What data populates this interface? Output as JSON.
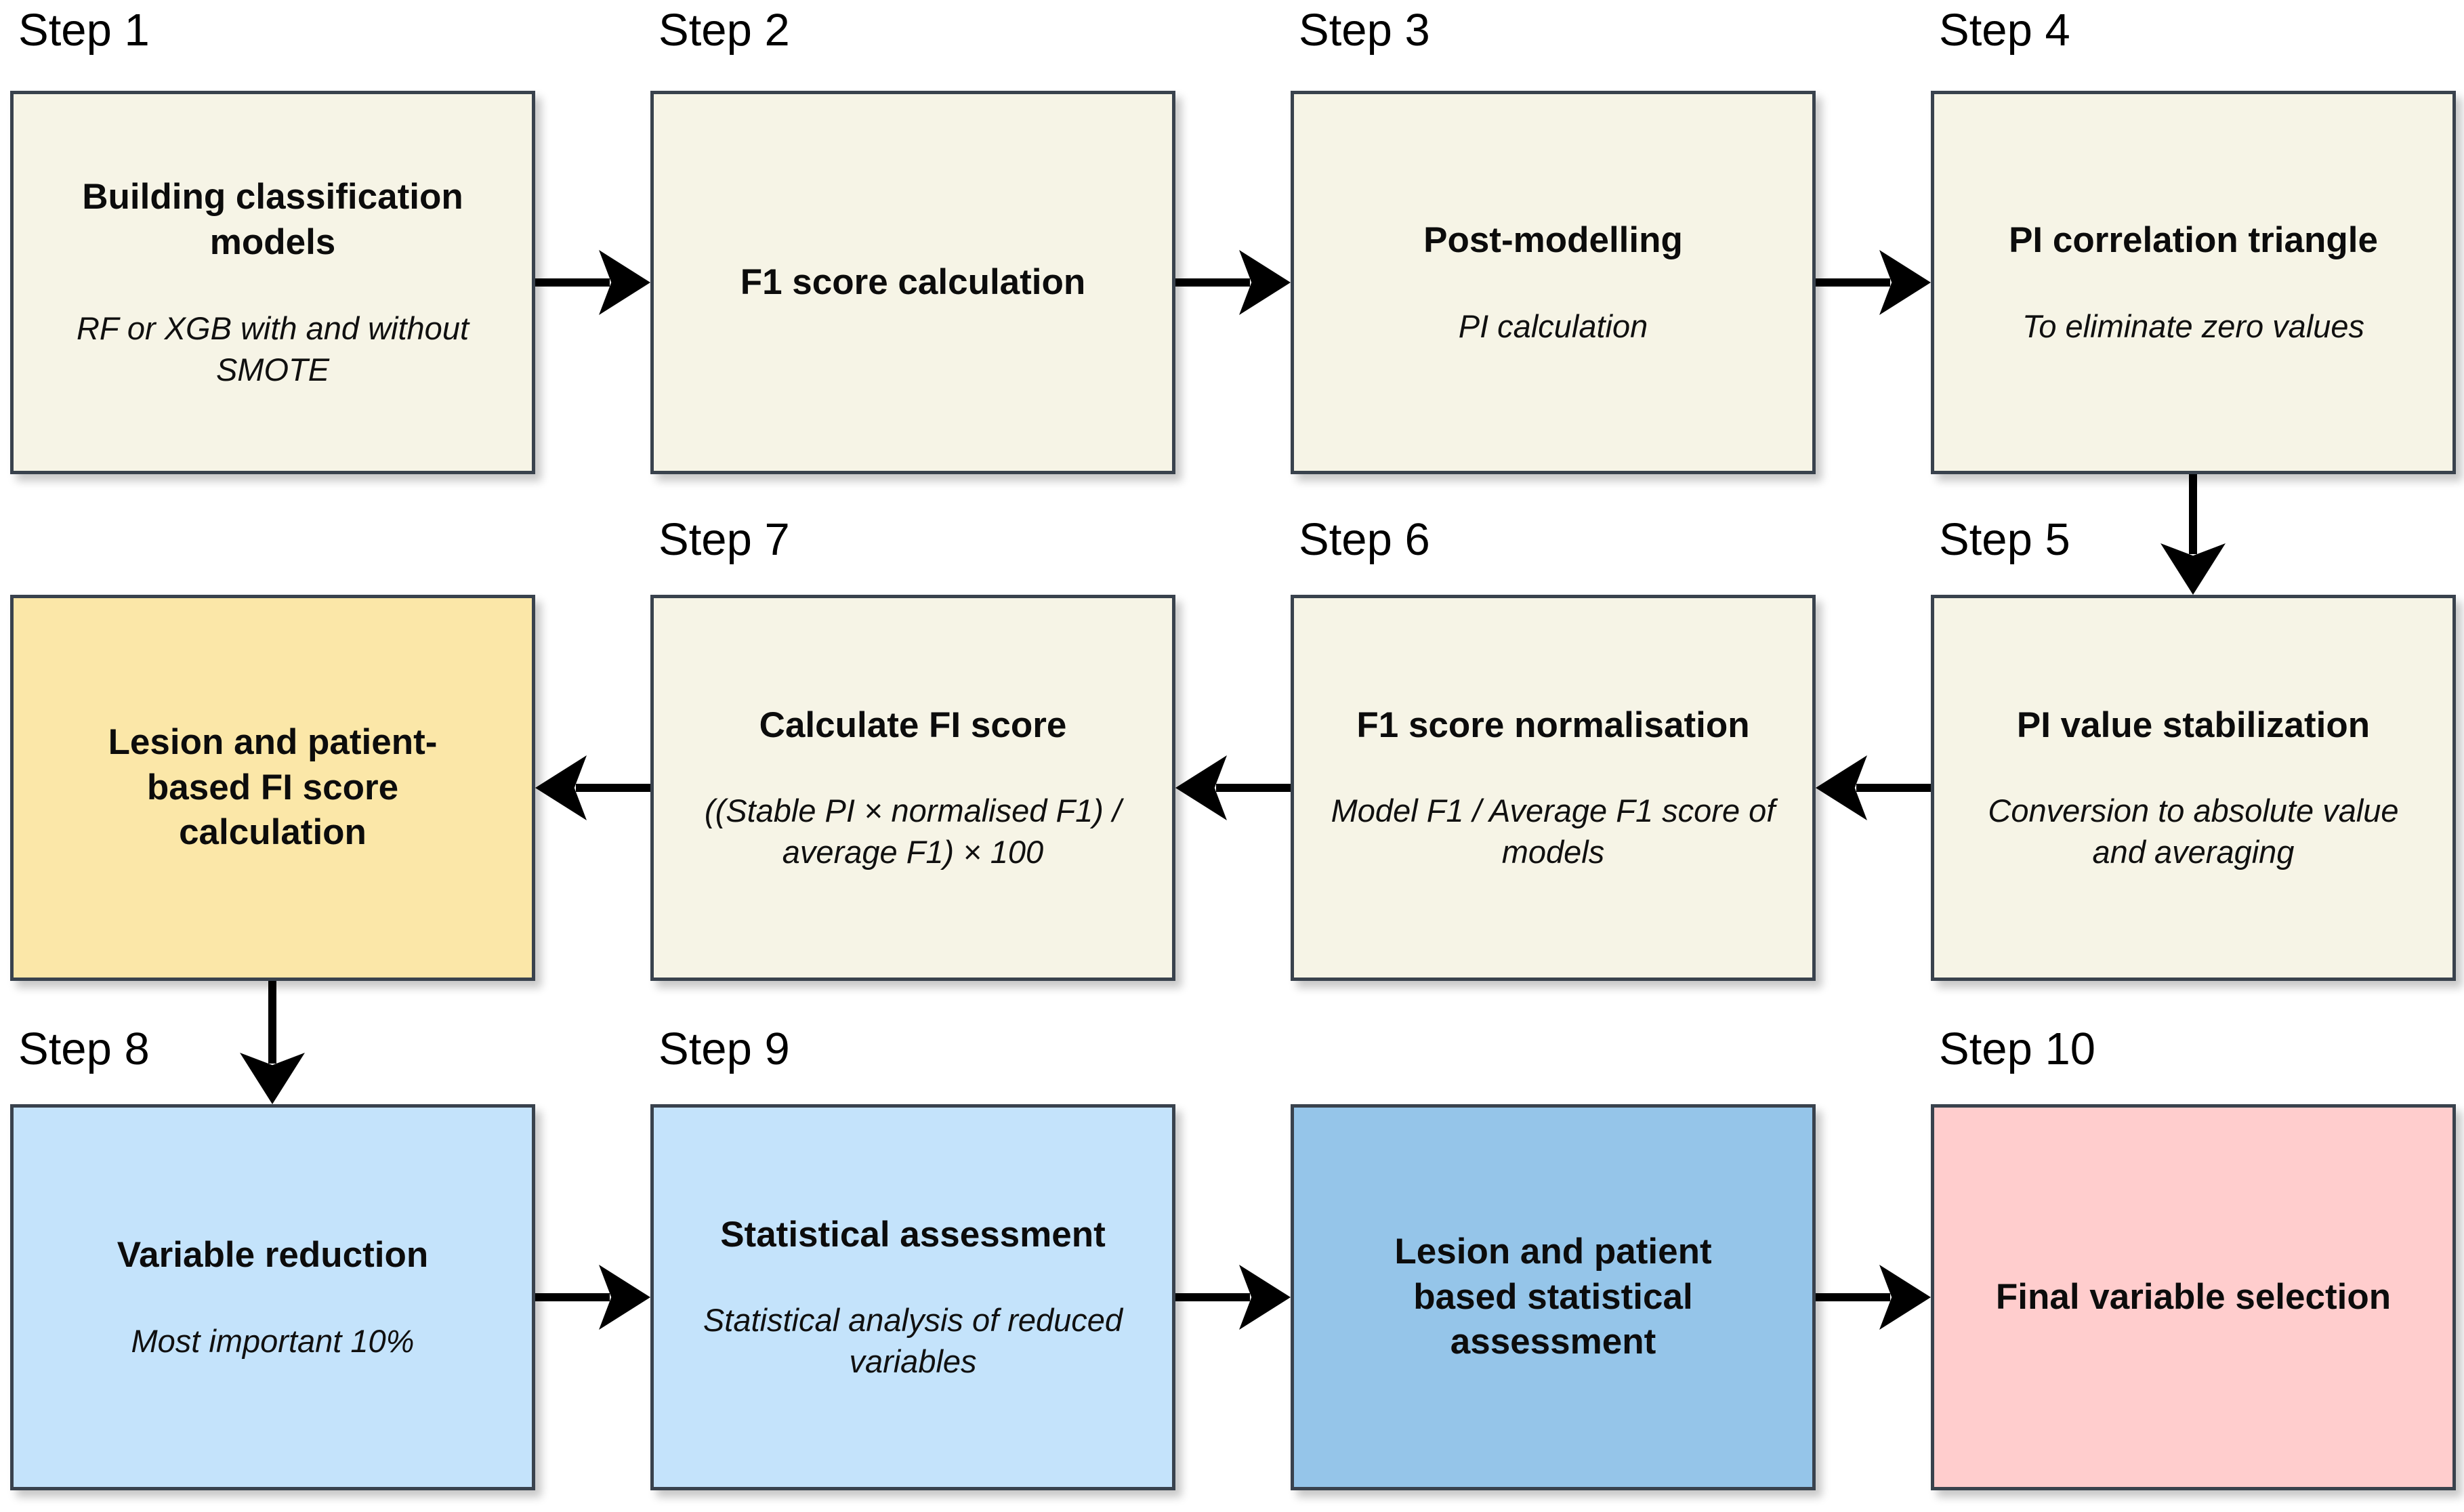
{
  "diagram": {
    "type": "flowchart",
    "description": "10-step variable selection workflow"
  },
  "colors": {
    "cream": "#f6f4e6",
    "yellow": "#fbe7a8",
    "light_blue": "#c4e3fb",
    "medium_blue": "#95c5e9",
    "pink": "#ffcdcd",
    "border": "#39424d",
    "arrow": "#000000",
    "background": "#ffffff"
  },
  "boxes": [
    {
      "step_label": "Step 1",
      "title": "Building classification models",
      "subtitle": "RF or XGB with and without SMOTE",
      "fill": "cream"
    },
    {
      "step_label": "Step 2",
      "title": "F1 score calculation",
      "subtitle": "",
      "fill": "cream"
    },
    {
      "step_label": "Step 3",
      "title": "Post-modelling",
      "subtitle": "PI calculation",
      "fill": "cream"
    },
    {
      "step_label": "Step 4",
      "title": "PI correlation triangle",
      "subtitle": "To eliminate zero values",
      "fill": "cream"
    },
    {
      "step_label": "Step 5",
      "title": "PI value stabilization",
      "subtitle": "Conversion to absolute value and averaging",
      "fill": "cream"
    },
    {
      "step_label": "Step 6",
      "title": "F1 score normalisation",
      "subtitle": "Model F1 / Average F1 score of models",
      "fill": "cream"
    },
    {
      "step_label": "Step 7",
      "title": "Calculate FI score",
      "subtitle": "((Stable PI × normalised F1) / average F1) × 100",
      "fill": "cream"
    },
    {
      "step_label": "",
      "title": "Lesion and patient-based FI score calculation",
      "subtitle": "",
      "fill": "yellow"
    },
    {
      "step_label": "Step 8",
      "title": "Variable reduction",
      "subtitle": "Most important 10%",
      "fill": "light_blue"
    },
    {
      "step_label": "Step 9",
      "title": "Statistical assessment",
      "subtitle": "Statistical analysis of reduced variables",
      "fill": "light_blue"
    },
    {
      "step_label": "",
      "title": "Lesion and patient based statistical assessment",
      "subtitle": "",
      "fill": "medium_blue"
    },
    {
      "step_label": "Step 10",
      "title": "Final variable selection",
      "subtitle": "",
      "fill": "pink"
    }
  ],
  "connections": [
    {
      "from": "Step 1",
      "to": "Step 2",
      "direction": "right"
    },
    {
      "from": "Step 2",
      "to": "Step 3",
      "direction": "right"
    },
    {
      "from": "Step 3",
      "to": "Step 4",
      "direction": "right"
    },
    {
      "from": "Step 4",
      "to": "Step 5",
      "direction": "down"
    },
    {
      "from": "Step 5",
      "to": "Step 6",
      "direction": "left"
    },
    {
      "from": "Step 6",
      "to": "Step 7",
      "direction": "left"
    },
    {
      "from": "Step 7",
      "to": "Lesion and patient-based FI score calculation",
      "direction": "left"
    },
    {
      "from": "Lesion and patient-based FI score calculation",
      "to": "Step 8",
      "direction": "down"
    },
    {
      "from": "Step 8",
      "to": "Step 9",
      "direction": "right"
    },
    {
      "from": "Step 9",
      "to": "Lesion and patient based statistical assessment",
      "direction": "right"
    },
    {
      "from": "Lesion and patient based statistical assessment",
      "to": "Step 10",
      "direction": "right"
    }
  ]
}
